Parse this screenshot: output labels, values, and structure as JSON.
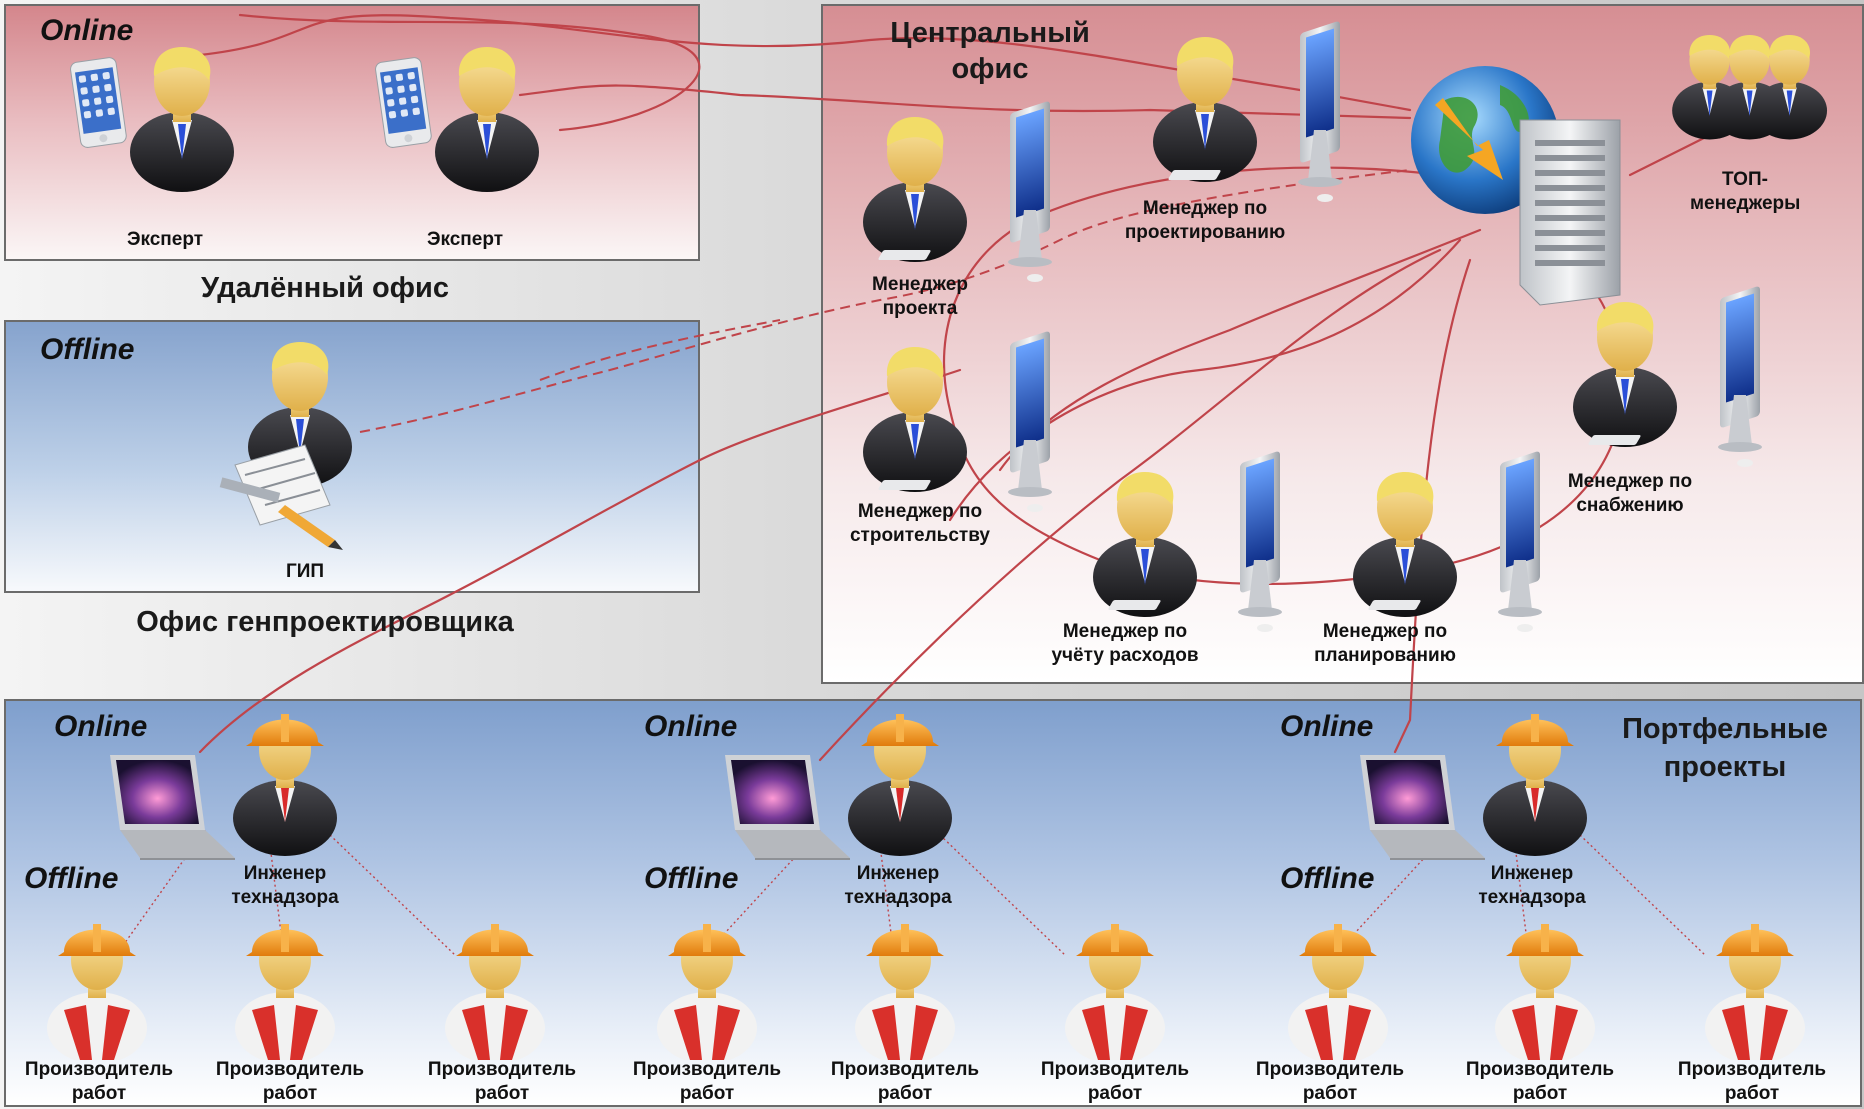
{
  "remote_office": {
    "status": "Online",
    "title": "Удалённый офис",
    "experts": [
      "Эксперт",
      "Эксперт"
    ]
  },
  "gen_office": {
    "status": "Offline",
    "title": "Офис генпроектировщика",
    "gip": "ГИП"
  },
  "central_office": {
    "title_line1": "Центральный",
    "title_line2": "офис",
    "roles": {
      "project_manager": [
        "Менеджер",
        "проекта"
      ],
      "design_manager": [
        "Менеджер по",
        "проектированию"
      ],
      "top_managers": [
        "ТОП-",
        "менеджеры"
      ],
      "construction_manager": [
        "Менеджер по",
        "строительству"
      ],
      "supply_manager": [
        "Менеджер по",
        "снабжению"
      ],
      "cost_manager": [
        "Менеджер по",
        "учёту расходов"
      ],
      "planning_manager": [
        "Менеджер по",
        "планированию"
      ]
    }
  },
  "portfolio": {
    "title_line1": "Портфельные",
    "title_line2": "проекты",
    "groups": [
      {
        "online": "Online",
        "offline": "Offline",
        "engineer": [
          "Инженер",
          "технадзора"
        ],
        "workers": [
          [
            "Производитель",
            "работ"
          ],
          [
            "Производитель",
            "работ"
          ],
          [
            "Производитель",
            "работ"
          ]
        ]
      },
      {
        "online": "Online",
        "offline": "Offline",
        "engineer": [
          "Инженер",
          "технадзора"
        ],
        "workers": [
          [
            "Производитель",
            "работ"
          ],
          [
            "Производитель",
            "работ"
          ],
          [
            "Производитель",
            "работ"
          ]
        ]
      },
      {
        "online": "Online",
        "offline": "Offline",
        "engineer": [
          "Инженер",
          "технадзора"
        ],
        "workers": [
          [
            "Производитель",
            "работ"
          ],
          [
            "Производитель",
            "работ"
          ],
          [
            "Производитель",
            "работ"
          ]
        ]
      }
    ]
  },
  "colors": {
    "link": "#c0444a",
    "skin": "#f3d37a",
    "suit": "#1f1f22",
    "tie": "#2b4fd8",
    "helmet": "#f39a1e",
    "vest": "#d9302b"
  }
}
